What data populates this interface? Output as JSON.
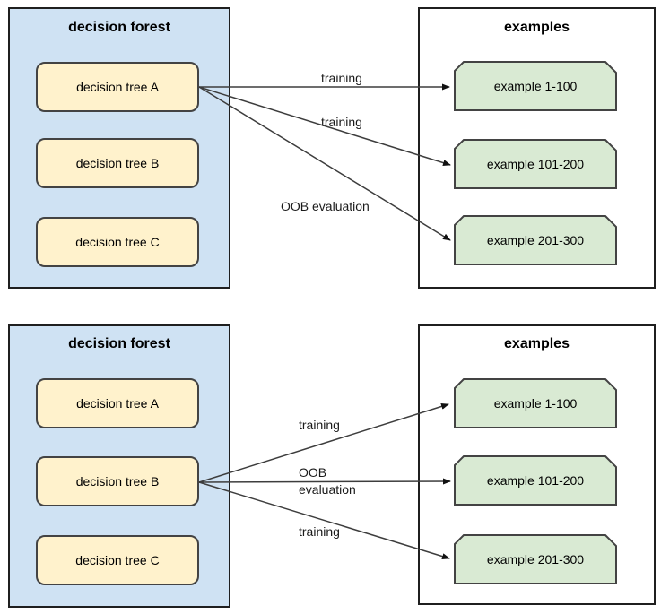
{
  "colors": {
    "forest_fill": "#cfe2f3",
    "forest_border": "#1f1f1f",
    "tree_fill": "#fff2cc",
    "tree_border": "#434343",
    "example_fill": "#d9ead3",
    "example_border": "#434343",
    "examples_box_border": "#1f1f1f",
    "arrow_line": "#3d3d3d",
    "text": "#000000"
  },
  "panels": [
    {
      "name": "top-panel-tree-A",
      "forest": {
        "title": "decision forest",
        "trees": [
          "decision tree A",
          "decision tree B",
          "decision tree C"
        ]
      },
      "examples": {
        "title": "examples",
        "items": [
          "example 1-100",
          "example 101-200",
          "example 201-300"
        ]
      },
      "arrows": [
        {
          "from": "decision tree A",
          "to": "example 1-100",
          "label": "training"
        },
        {
          "from": "decision tree A",
          "to": "example 101-200",
          "label": "training"
        },
        {
          "from": "decision tree A",
          "to": "example 201-300",
          "label": "OOB evaluation"
        }
      ]
    },
    {
      "name": "bottom-panel-tree-B",
      "forest": {
        "title": "decision forest",
        "trees": [
          "decision tree A",
          "decision tree B",
          "decision tree C"
        ]
      },
      "examples": {
        "title": "examples",
        "items": [
          "example 1-100",
          "example 101-200",
          "example 201-300"
        ]
      },
      "arrows": [
        {
          "from": "decision tree B",
          "to": "example 1-100",
          "label": "training"
        },
        {
          "from": "decision tree B",
          "to": "example 101-200",
          "label": "OOB\nevaluation"
        },
        {
          "from": "decision tree B",
          "to": "example 201-300",
          "label": "training"
        }
      ]
    }
  ]
}
